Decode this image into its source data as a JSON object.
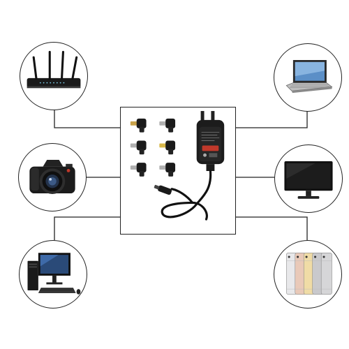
{
  "scene": {
    "background": "#ffffff",
    "line_color": "#222222",
    "center": {
      "device": "universal-power-adapter",
      "tips_count": 6,
      "charger_brand_text": "",
      "accent": "#c0392b"
    },
    "devices": [
      {
        "id": "router",
        "icon": "wifi-router-icon"
      },
      {
        "id": "laptop",
        "icon": "laptop-icon"
      },
      {
        "id": "camera",
        "icon": "dslr-camera-icon"
      },
      {
        "id": "monitor",
        "icon": "monitor-icon"
      },
      {
        "id": "desktop",
        "icon": "desktop-computer-icon"
      },
      {
        "id": "phones",
        "icon": "smartphones-icon"
      }
    ],
    "phone_colors": [
      "#e8e8ea",
      "#e9c9b8",
      "#f0dca6",
      "#c9c9cc",
      "#d6d6d8"
    ]
  }
}
